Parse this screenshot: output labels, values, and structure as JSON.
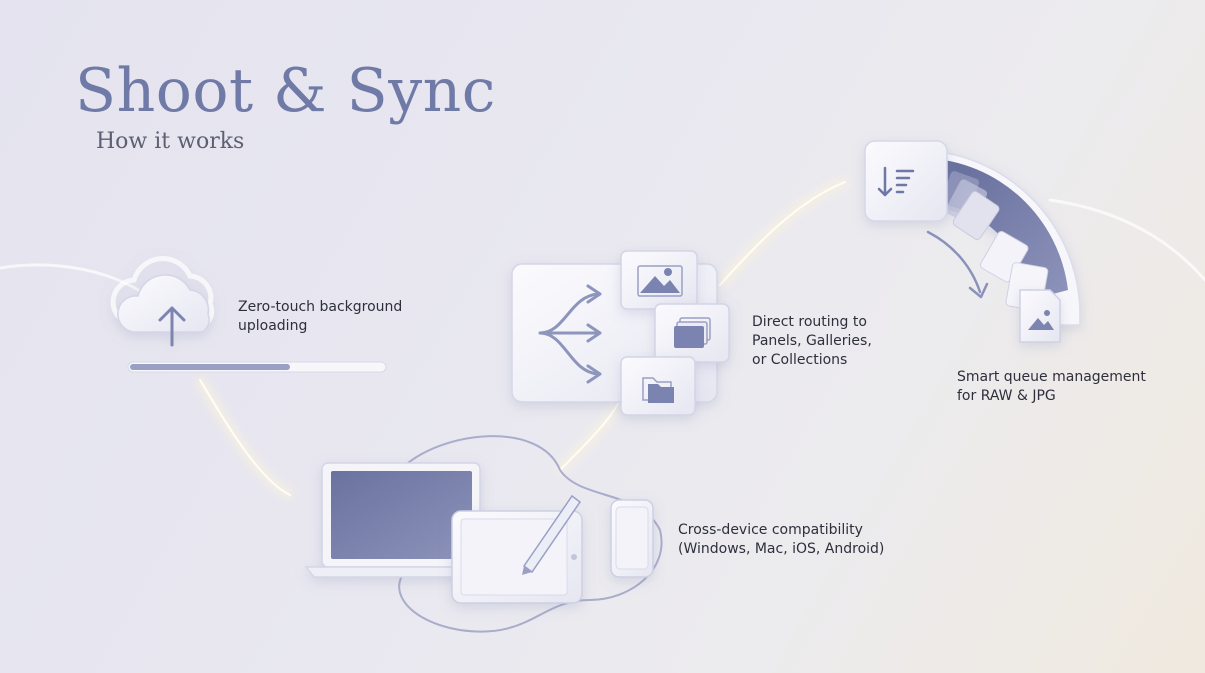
{
  "header": {
    "title": "Shoot & Sync",
    "subtitle": "How it works"
  },
  "features": {
    "upload": {
      "lines": [
        "Zero-touch background",
        "uploading"
      ],
      "icon": "cloud-upload-icon"
    },
    "routing": {
      "lines": [
        "Direct routing to",
        "Panels, Galleries,",
        "or Collections"
      ],
      "icon": "routing-arrows-icon"
    },
    "queue": {
      "lines": [
        "Smart queue management",
        "for RAW & JPG"
      ],
      "icon": "sort-queue-icon"
    },
    "devices": {
      "lines": [
        "Cross-device compatibility",
        "(Windows, Mac, iOS, Android)"
      ],
      "icon": "devices-icon"
    }
  },
  "upload_progress": 0.63,
  "colors": {
    "title": "#6f7aa6",
    "accent": "#7b84b0",
    "accent_dark": "#646b97",
    "glow": "#fff3cc",
    "text": "#2d2f3b"
  }
}
